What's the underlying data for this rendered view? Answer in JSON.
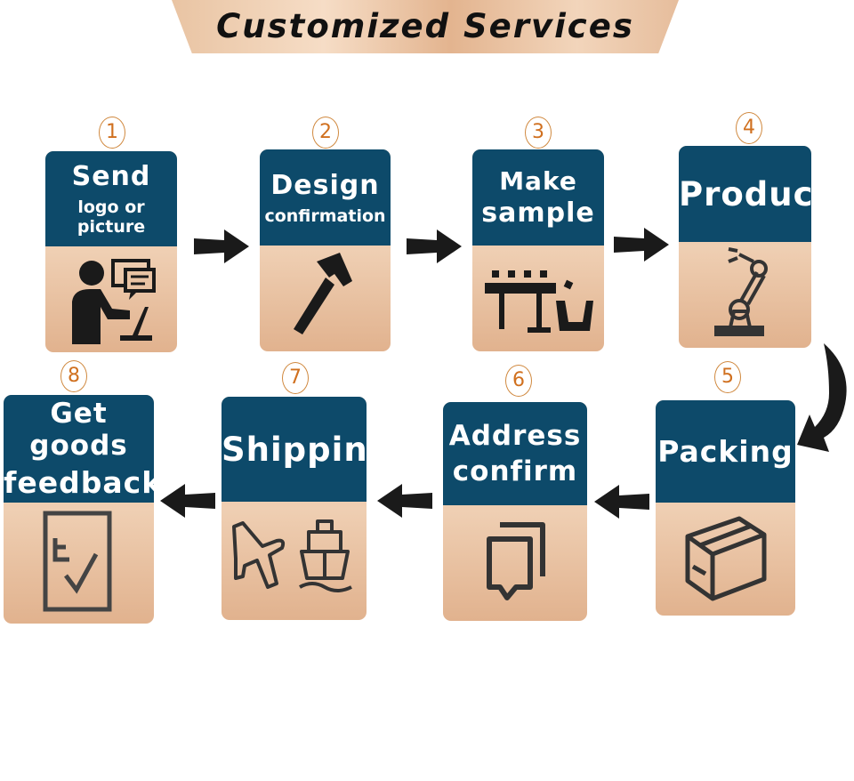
{
  "header": {
    "title": "Customized Services"
  },
  "steps": [
    {
      "number": "1",
      "title": "Send",
      "subtitle": "logo or picture",
      "icon": "person-laptop-chat-icon"
    },
    {
      "number": "2",
      "title": "Design",
      "subtitle": "confirmation",
      "icon": "hammer-icon"
    },
    {
      "number": "3",
      "title": "Make",
      "subtitle": "sample",
      "icon": "conveyor-machine-icon"
    },
    {
      "number": "4",
      "title": "Produce",
      "subtitle": "",
      "icon": "robot-arm-icon"
    },
    {
      "number": "5",
      "title": "Packing",
      "subtitle": "",
      "icon": "box-icon"
    },
    {
      "number": "6",
      "title": "Address",
      "subtitle": "confirm",
      "icon": "chat-copy-icon"
    },
    {
      "number": "7",
      "title": "Shipping",
      "subtitle": "",
      "icon": "airplane-ship-icon"
    },
    {
      "number": "8",
      "title": "Get goods",
      "subtitle": "feedback",
      "icon": "checklist-icon"
    }
  ],
  "colors": {
    "header_bg": "#0d4a6a",
    "card_bg": "#e9c3a3",
    "number": "#d0701f",
    "arrow": "#1a1a1a"
  }
}
